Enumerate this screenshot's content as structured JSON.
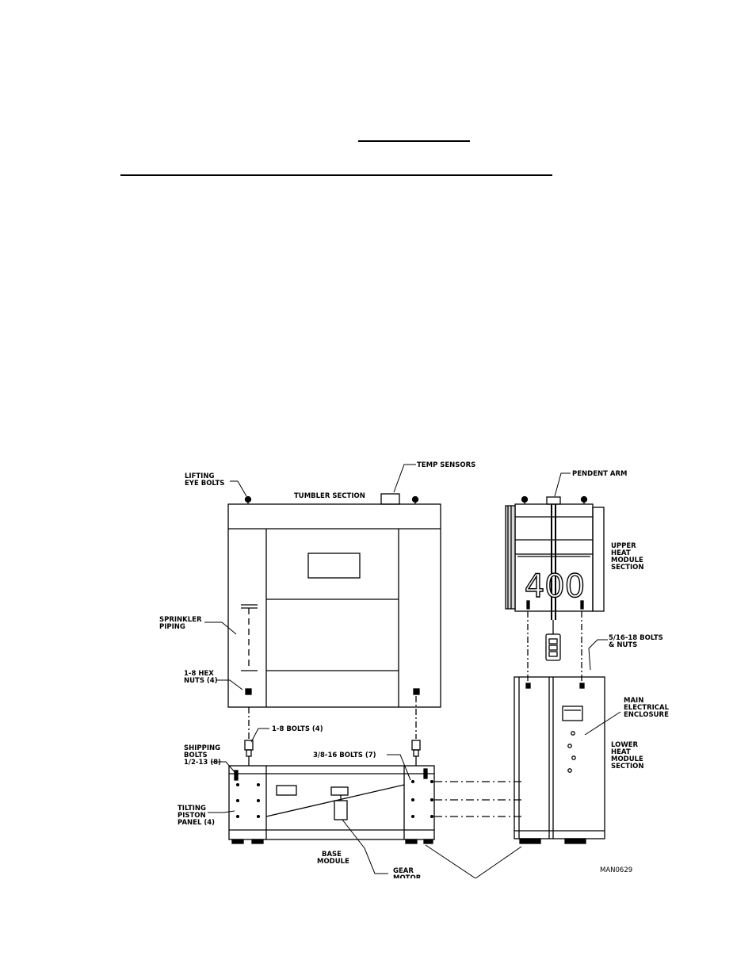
{
  "labels": {
    "lifting_eye_bolts": [
      "LIFTING",
      "EYE BOLTS"
    ],
    "tumbler_section": "TUMBLER SECTION",
    "temp_sensors": "TEMP SENSORS",
    "pendent_arm": "PENDENT ARM",
    "upper_heat": [
      "UPPER",
      "HEAT",
      "MODULE",
      "SECTION"
    ],
    "model_number": "400",
    "sprinkler_piping": [
      "SPRINKLER",
      "PIPING"
    ],
    "bolts_516": [
      "5/16-18 BOLTS",
      "& NUTS"
    ],
    "hex_nuts": [
      "1-8 HEX",
      "NUTS (4)"
    ],
    "main_electrical": [
      "MAIN",
      "ELECTRICAL",
      "ENCLOSURE"
    ],
    "bolts_18": "1-8 BOLTS (4)",
    "shipping_bolts": [
      "SHIPPING",
      "BOLTS",
      "1/2-13 (8)"
    ],
    "bolts_38": "3/8-16 BOLTS (7)",
    "lower_heat": [
      "LOWER",
      "HEAT",
      "MODULE",
      "SECTION"
    ],
    "tilting_piston": [
      "TILTING",
      "PISTON",
      "PANEL (4)"
    ],
    "base_module": [
      "BASE",
      "MODULE"
    ],
    "gear_motor": [
      "GEAR",
      "MOTOR"
    ],
    "drawing_id": "MAN0629"
  }
}
